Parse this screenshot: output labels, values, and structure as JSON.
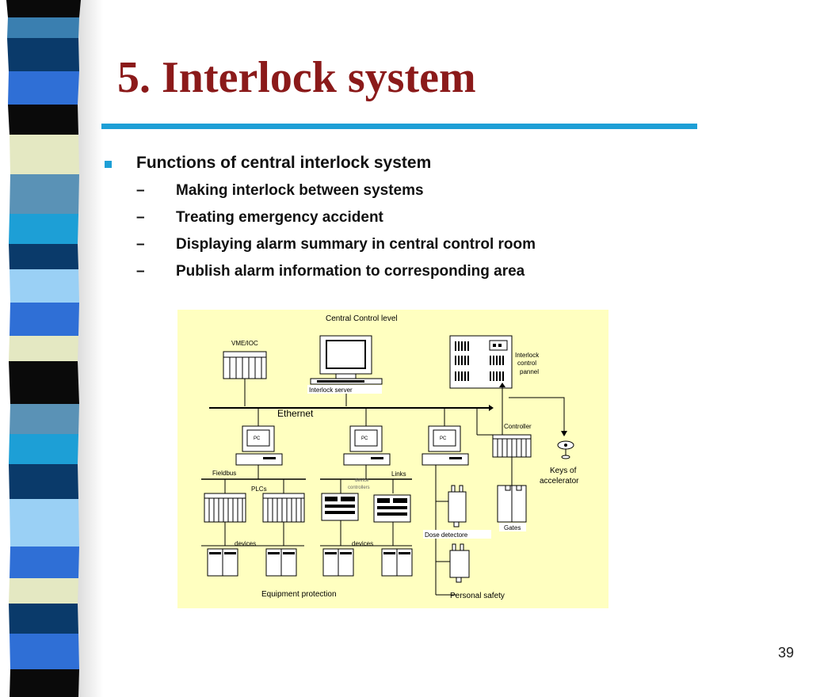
{
  "slide": {
    "title": "5. Interlock system",
    "bullet": "Functions of central interlock system",
    "sub_items": [
      "Making interlock between systems",
      "Treating emergency accident",
      "Displaying alarm summary in central control room",
      "Publish alarm information to corresponding area"
    ],
    "page_number": "39"
  },
  "diagram": {
    "central_control_level": "Central Control  level",
    "vme_ioc": "VME/IOC",
    "interlock_server": "Interlock server",
    "interlock_panel": [
      "Interlock",
      "control",
      "pannel"
    ],
    "ethernet": "Ethernet",
    "controller": "Controller",
    "pc": "PC",
    "keys": [
      "Keys of",
      "accelerator"
    ],
    "fieldbus": "Fieldbus",
    "plcs": "PLCs",
    "links": "Links",
    "device_controllers": [
      "device",
      "controllers"
    ],
    "devices": "devices",
    "dose_detectors": "Dose detectore",
    "gates": "Gates",
    "equipment_protection": "Equipment protection",
    "personal_safety": "Personal safety"
  },
  "colors": {
    "title": "#8b1a1a",
    "accent": "#1d9fd6",
    "diagram_bg": "#ffffc0"
  }
}
